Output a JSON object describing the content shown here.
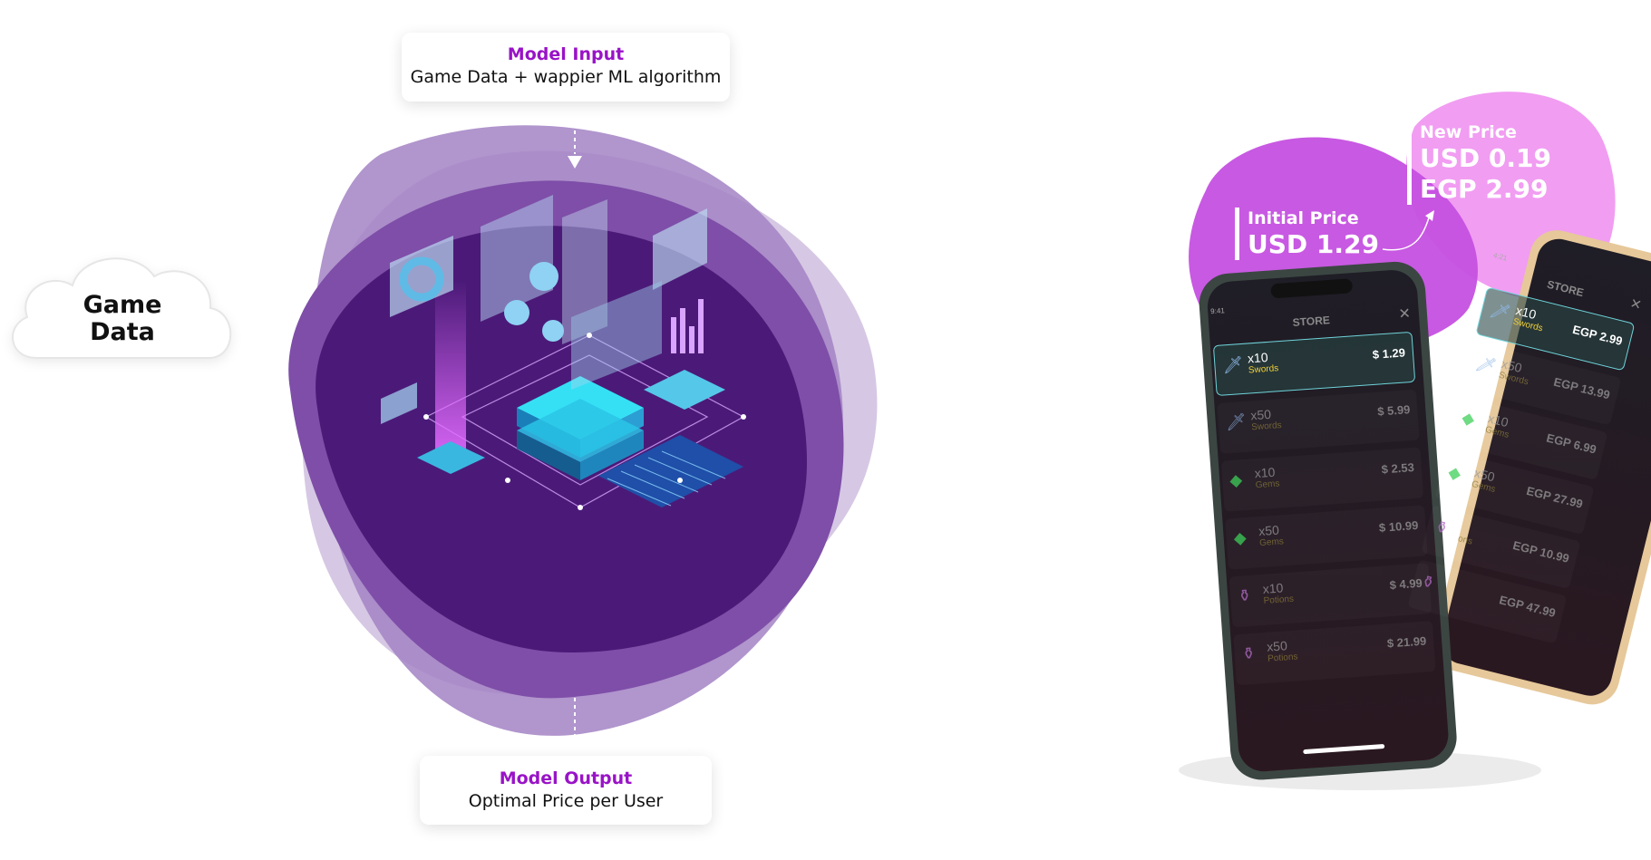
{
  "game_data": {
    "label_line1": "Game",
    "label_line2": "Data"
  },
  "model_input": {
    "title": "Model Input",
    "subtitle": "Game Data + wappier ML algorithm"
  },
  "model_output": {
    "title": "Model Output",
    "subtitle": "Optimal Price per User"
  },
  "initial_price": {
    "label": "Initial Price",
    "usd": "USD 1.29"
  },
  "new_price": {
    "label": "New Price",
    "usd": "USD 0.19",
    "egp": "EGP 2.99"
  },
  "phone_front": {
    "time": "9:41",
    "store_title": "STORE",
    "items": [
      {
        "qty": "x10",
        "name": "Swords",
        "price": "$ 1.29",
        "icon": "sword-icon",
        "highlight": true
      },
      {
        "qty": "x50",
        "name": "Swords",
        "price": "$ 5.99",
        "icon": "sword-icon",
        "highlight": false
      },
      {
        "qty": "x10",
        "name": "Gems",
        "price": "$ 2.53",
        "icon": "gem-icon",
        "highlight": false
      },
      {
        "qty": "x50",
        "name": "Gems",
        "price": "$ 10.99",
        "icon": "gem-icon",
        "highlight": false
      },
      {
        "qty": "x10",
        "name": "Potions",
        "price": "$ 4.99",
        "icon": "potion-icon",
        "highlight": false
      },
      {
        "qty": "x50",
        "name": "Potions",
        "price": "$ 21.99",
        "icon": "potion-icon",
        "highlight": false
      }
    ]
  },
  "phone_back": {
    "time": "4:21",
    "store_title": "STORE",
    "items": [
      {
        "qty": "x10",
        "name": "Swords",
        "price": "EGP 2.99",
        "icon": "sword-icon",
        "highlight": true
      },
      {
        "qty": "x50",
        "name": "Swords",
        "price": "EGP 13.99",
        "icon": "sword-icon",
        "highlight": false
      },
      {
        "qty": "x10",
        "name": "Gems",
        "price": "EGP 6.99",
        "icon": "gem-icon",
        "highlight": false
      },
      {
        "qty": "x50",
        "name": "Gems",
        "price": "EGP 27.99",
        "icon": "gem-icon",
        "highlight": false
      },
      {
        "qty": "",
        "name": "ons",
        "price": "EGP 10.99",
        "icon": "potion-icon",
        "highlight": false
      },
      {
        "qty": "",
        "name": "",
        "price": "EGP 47.99",
        "icon": "potion-icon",
        "highlight": false
      }
    ]
  },
  "colors": {
    "accent_purple": "#9913c7",
    "blob_dark": "#4b1a78",
    "blob_mid": "#7e4ea8",
    "blob_light": "#c4b1d9",
    "magenta": "#e24fe4"
  }
}
